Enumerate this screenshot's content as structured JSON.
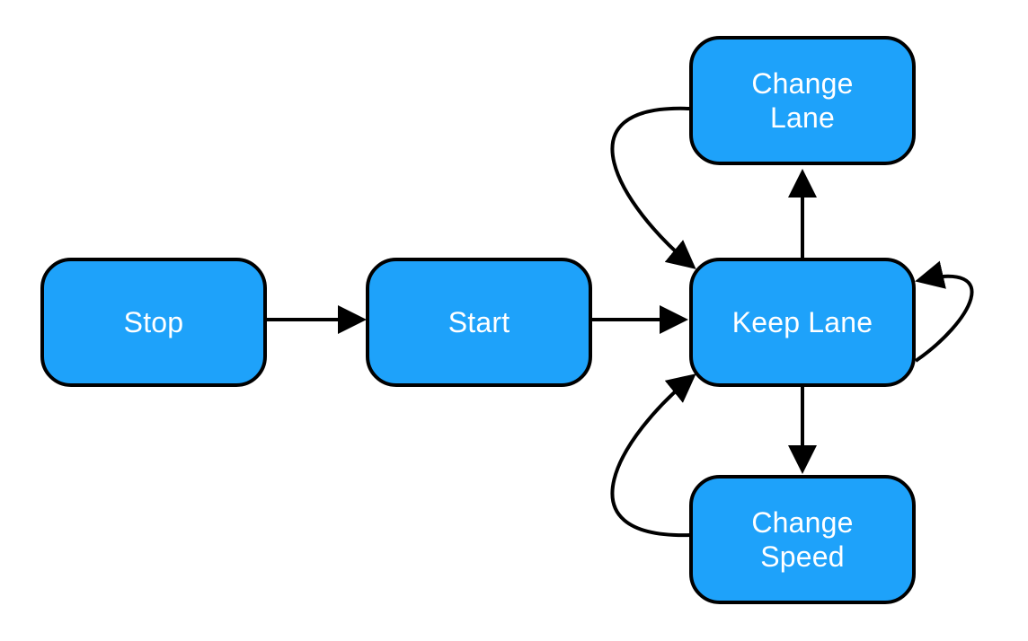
{
  "diagram": {
    "type": "state-diagram",
    "node_fill": "#1ea2fa",
    "stroke_color": "#000000",
    "nodes": {
      "stop": {
        "label": "Stop"
      },
      "start": {
        "label": "Start"
      },
      "keep_lane": {
        "label": "Keep Lane"
      },
      "change_lane": {
        "label_line1": "Change",
        "label_line2": "Lane"
      },
      "change_speed": {
        "label_line1": "Change",
        "label_line2": "Speed"
      }
    },
    "edges": [
      {
        "from": "Stop",
        "to": "Start"
      },
      {
        "from": "Start",
        "to": "Keep Lane"
      },
      {
        "from": "Keep Lane",
        "to": "Change Lane"
      },
      {
        "from": "Change Lane",
        "to": "Keep Lane"
      },
      {
        "from": "Keep Lane",
        "to": "Change Speed"
      },
      {
        "from": "Change Speed",
        "to": "Keep Lane"
      },
      {
        "from": "Keep Lane",
        "to": "Keep Lane"
      }
    ]
  }
}
